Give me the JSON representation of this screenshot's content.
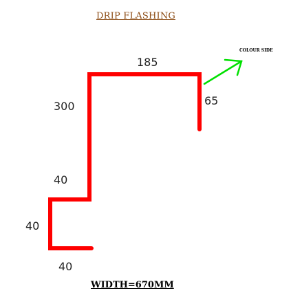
{
  "title": "DRIP  FLASHING",
  "dimensions": {
    "top": "185",
    "drop": "65",
    "rise": "300",
    "step": "40",
    "return_vertical": "40",
    "bottom": "40"
  },
  "colour_side_label": "COLOUR SIDE",
  "width_note": "WIDTH=670MM",
  "colors": {
    "profile": "#ff0000",
    "arrow": "#00e000",
    "title": "#8b4a12"
  }
}
